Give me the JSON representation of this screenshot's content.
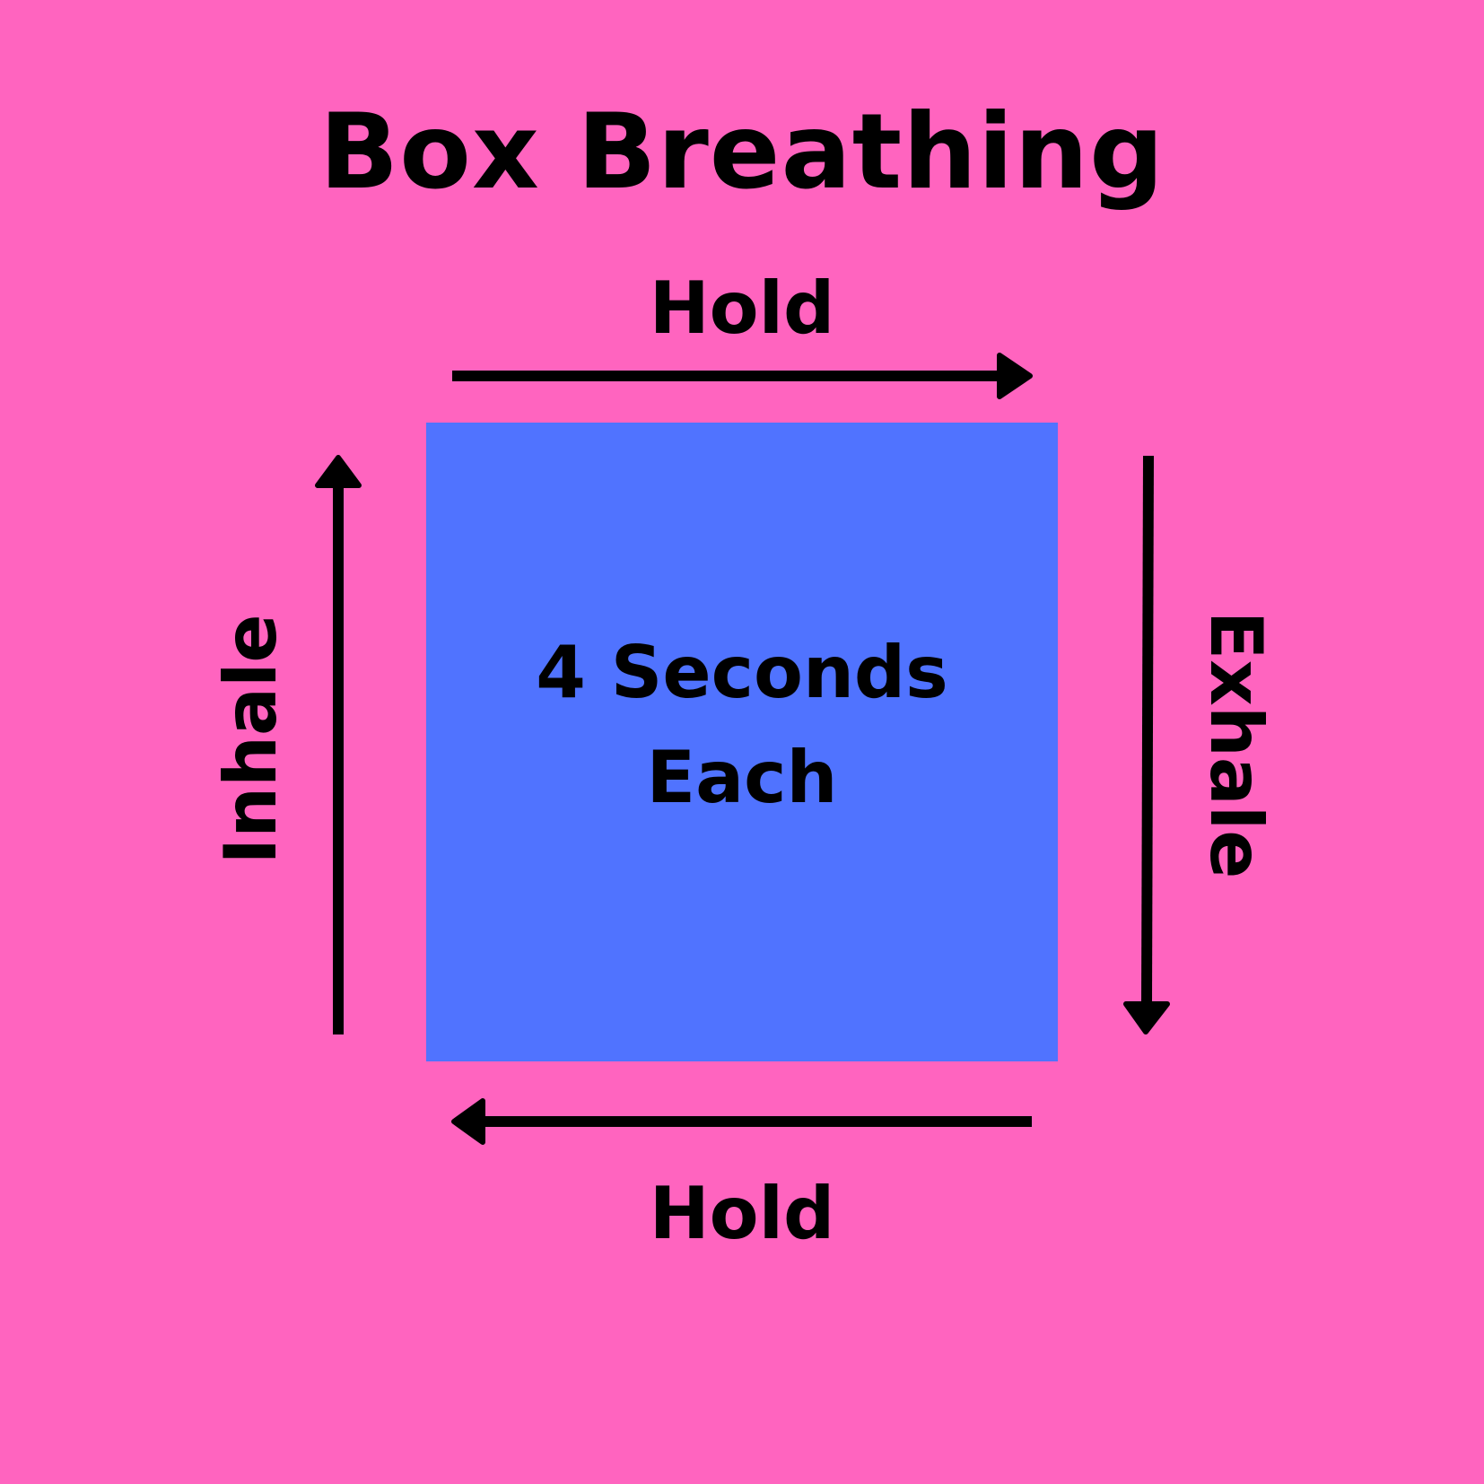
{
  "title": "Box Breathing",
  "steps": {
    "top": "Hold",
    "right": "Exhale",
    "bottom": "Hold",
    "left": "Inhale"
  },
  "center": {
    "line1": "4 Seconds",
    "line2": "Each"
  },
  "colors": {
    "background": "#ff64bf",
    "box": "#5073ff",
    "ink": "#000000"
  }
}
